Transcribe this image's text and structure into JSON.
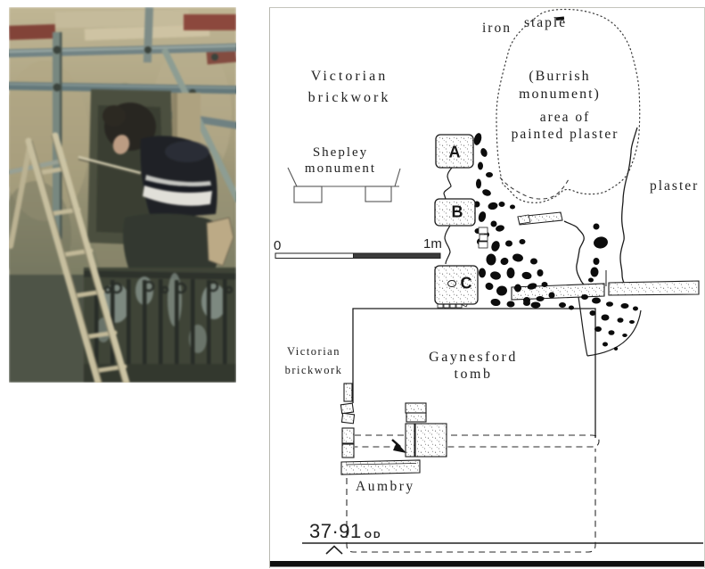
{
  "photo": {
    "subject": "recorder-on-scaffolding-photo",
    "colors": {
      "masonry_tan": "#ab9f74",
      "scaffold_tube": "#6d8486",
      "brick_red": "#8e3c2d",
      "railing_dark": "#39402f",
      "ladder": "#cfc49a"
    }
  },
  "diagram": {
    "labels": {
      "iron_staple": [
        "iron",
        "staple"
      ],
      "victorian_brickwork_upper": [
        "Victorian",
        "brickwork"
      ],
      "burrish_monument": [
        "(Burrish",
        "monument)"
      ],
      "painted_plaster_area": [
        "area of",
        "painted plaster"
      ],
      "plaster": "plaster",
      "shepley_monument": [
        "Shepley",
        "monument"
      ],
      "scale": {
        "start": "0",
        "end": "1m"
      },
      "blocks": {
        "a": "A",
        "b": "B",
        "c": "C"
      },
      "victorian_brickwork_lower": [
        "Victorian",
        "brickwork"
      ],
      "gaynesford_tomb": [
        "Gaynesford",
        "tomb"
      ],
      "aumbry": "Aumbry",
      "datum": {
        "value": "37·91",
        "suffix": "OD"
      }
    },
    "colors": {
      "line": "#1c1c1c",
      "rubble": "#0c0c0c",
      "scale_bar_fill": "#3b3b3b"
    }
  }
}
